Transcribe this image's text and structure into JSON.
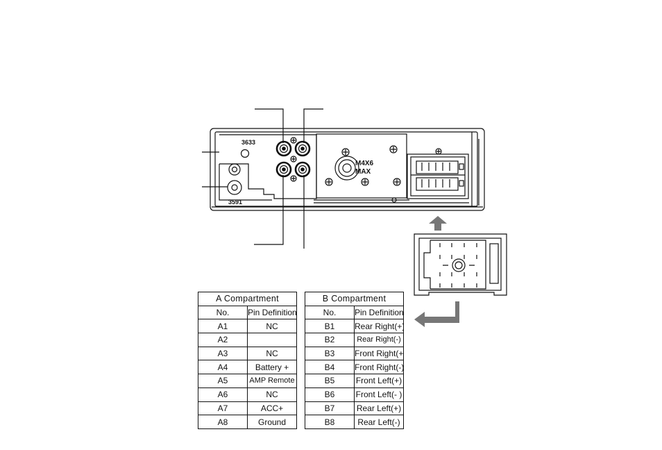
{
  "radio": {
    "label_top": "3633",
    "label_bottom": "3591",
    "screw_text_1": "M4X6",
    "screw_text_2": "MAX"
  },
  "table_a": {
    "title": "A Compartment",
    "col_no": "No.",
    "col_def": "Pin Definition",
    "rows": [
      {
        "no": "A1",
        "def": "NC"
      },
      {
        "no": "A2",
        "def": ""
      },
      {
        "no": "A3",
        "def": "NC"
      },
      {
        "no": "A4",
        "def": "Battery +"
      },
      {
        "no": "A5",
        "def": "AMP Remote"
      },
      {
        "no": "A6",
        "def": "NC"
      },
      {
        "no": "A7",
        "def": "ACC+"
      },
      {
        "no": "A8",
        "def": "Ground"
      }
    ]
  },
  "table_b": {
    "title": "B  Compartment",
    "col_no": "No.",
    "col_def": "Pin Definition",
    "rows": [
      {
        "no": "B1",
        "def": "Rear Right(+)"
      },
      {
        "no": "B2",
        "def": "Rear Right(-)"
      },
      {
        "no": "B3",
        "def": "Front Right(+)"
      },
      {
        "no": "B4",
        "def": "Front Right(-)"
      },
      {
        "no": "B5",
        "def": "Front Left(+)"
      },
      {
        "no": "B6",
        "def": "Front Left(- )"
      },
      {
        "no": "B7",
        "def": "Rear Left(+)"
      },
      {
        "no": "B8",
        "def": "Rear Left(-)"
      }
    ]
  },
  "colors": {
    "line": "#111111",
    "arrow": "#777777"
  }
}
